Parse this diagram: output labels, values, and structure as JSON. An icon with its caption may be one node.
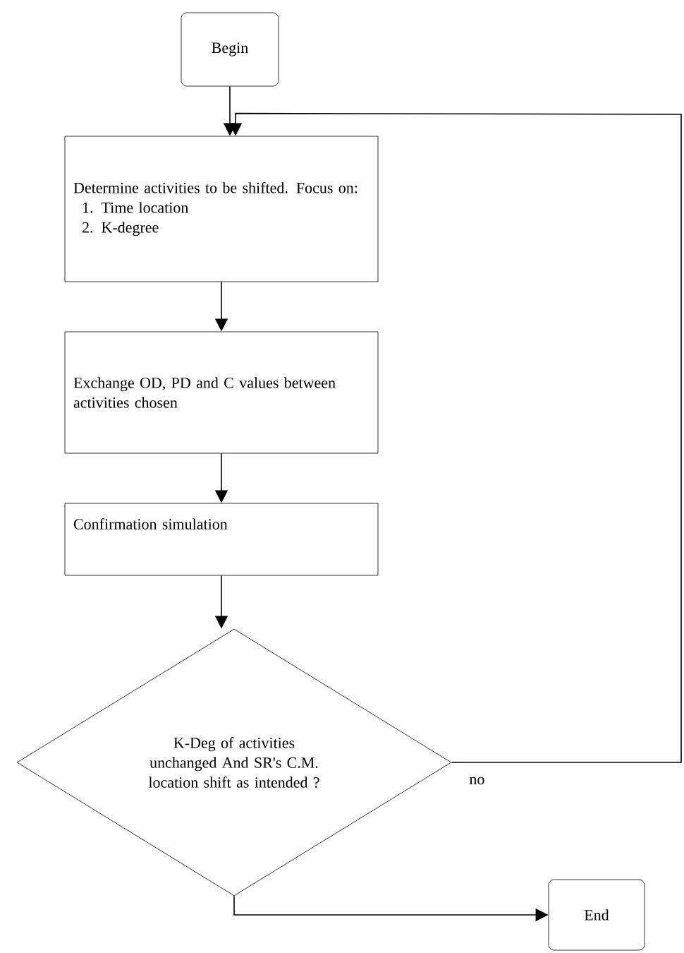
{
  "diagram": {
    "nodes": [
      {
        "text": [
          "Begin"
        ]
      },
      {
        "text": [
          "Determine activities to be shifted. Focus on:",
          "1. Time location",
          "2. K-degree"
        ]
      },
      {
        "text": [
          "Exchange OD, PD and C values between activities chosen"
        ]
      },
      {
        "text": [
          "Confirmation simulation"
        ]
      },
      {
        "text": [
          "K-Deg of activities unchanged And SR's C.M. location shift as intended ?"
        ]
      },
      {
        "text": [
          "End"
        ]
      }
    ],
    "edges": [
      {
        "from": 0,
        "to": 1,
        "arrow": "to"
      },
      {
        "from": 1,
        "to": 2,
        "arrow": "to"
      },
      {
        "from": 2,
        "to": 3,
        "arrow": "to"
      },
      {
        "from": 3,
        "to": 4,
        "arrow": "to"
      },
      {
        "from": 4,
        "to": 1,
        "arrow": "to",
        "label": "no"
      },
      {
        "from": 4,
        "to": 5,
        "arrow": "to"
      }
    ]
  }
}
